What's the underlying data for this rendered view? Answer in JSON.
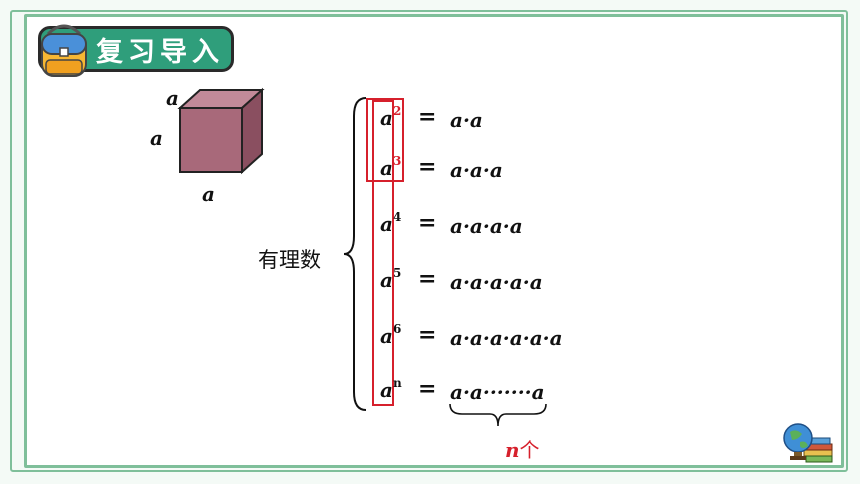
{
  "header": {
    "title": "复习导入",
    "icon": "backpack-icon"
  },
  "cube": {
    "top_label": "a",
    "left_label": "a",
    "bottom_label": "a"
  },
  "brace_label": "有理数",
  "rows": [
    {
      "base": "a",
      "exp": "2",
      "eq": "=",
      "rhs": "a·a"
    },
    {
      "base": "a",
      "exp": "3",
      "eq": "=",
      "rhs": "a·a·a"
    },
    {
      "base": "a",
      "exp": "4",
      "eq": "=",
      "rhs": "a·a·a·a"
    },
    {
      "base": "a",
      "exp": "5",
      "eq": "=",
      "rhs": "a·a·a·a·a"
    },
    {
      "base": "a",
      "exp": "6",
      "eq": "=",
      "rhs": "a·a·a·a·a·a"
    },
    {
      "base": "a",
      "exp": "n",
      "eq": "=",
      "rhs": "a·a·······a"
    }
  ],
  "count_label": {
    "var": "n",
    "unit": "个"
  },
  "colors": {
    "frame": "#7fbf9a",
    "title_bg": "#2f9e7b",
    "highlight": "#d6202c",
    "cube": "#a8697a"
  }
}
